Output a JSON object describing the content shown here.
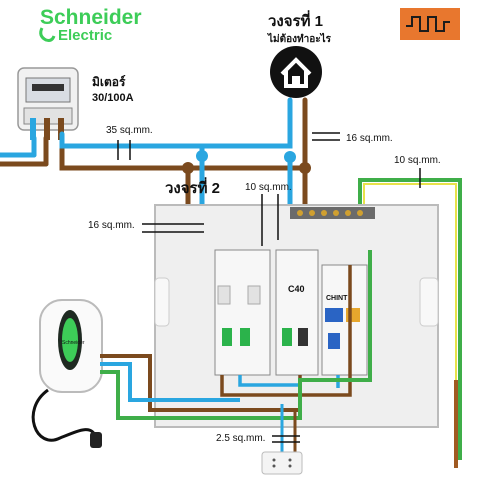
{
  "brand": {
    "name": "Schneider",
    "sub": "Electric",
    "green": "#3dcd58",
    "logo_box_color": "#e8772e"
  },
  "meter": {
    "label_th": "มิเตอร์",
    "rating": "30/100A"
  },
  "circuit1": {
    "title": "วงจรที่ 1",
    "subtitle": "ไม่ต้องทำอะไร"
  },
  "circuit2": {
    "title": "วงจรที่ 2"
  },
  "cables": {
    "main_feed": "35 sq.mm.",
    "house_feed": "16 sq.mm.",
    "ground_wire": "10 sq.mm.",
    "ev_main": "16 sq.mm.",
    "box_feed": "10 sq.mm.",
    "outlet": "2.5 sq.mm."
  },
  "breakers": {
    "mcb_rating": "C40",
    "rcd_brand": "CHINT"
  },
  "charger": {
    "label": "Schneider"
  },
  "wire_colors": {
    "line": "#7b4a1e",
    "neutral": "#2aa6e0",
    "ground_green": "#3fae49",
    "ground_yellow": "#e8e24a"
  }
}
